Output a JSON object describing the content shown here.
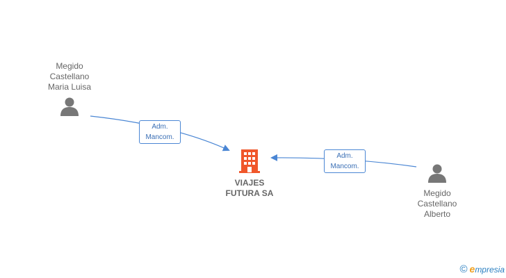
{
  "diagram": {
    "company": {
      "name_line1": "VIAJES",
      "name_line2": "FUTURA SA",
      "icon": "building-icon",
      "color": "#f0572b"
    },
    "people": [
      {
        "lines": [
          "Megido",
          "Castellano",
          "Maria Luisa"
        ],
        "icon": "person-icon"
      },
      {
        "lines": [
          "Megido",
          "Castellano",
          "Alberto"
        ],
        "icon": "person-icon"
      }
    ],
    "edges": [
      {
        "from": "person-0",
        "to": "company",
        "label_line1": "Adm.",
        "label_line2": "Mancom."
      },
      {
        "from": "person-1",
        "to": "company",
        "label_line1": "Adm.",
        "label_line2": "Mancom."
      }
    ],
    "edge_color": "#4a86d4",
    "person_color": "#777777"
  },
  "footer": {
    "copyright_symbol": "©",
    "brand_initial": "e",
    "brand_rest": "mpresia"
  }
}
